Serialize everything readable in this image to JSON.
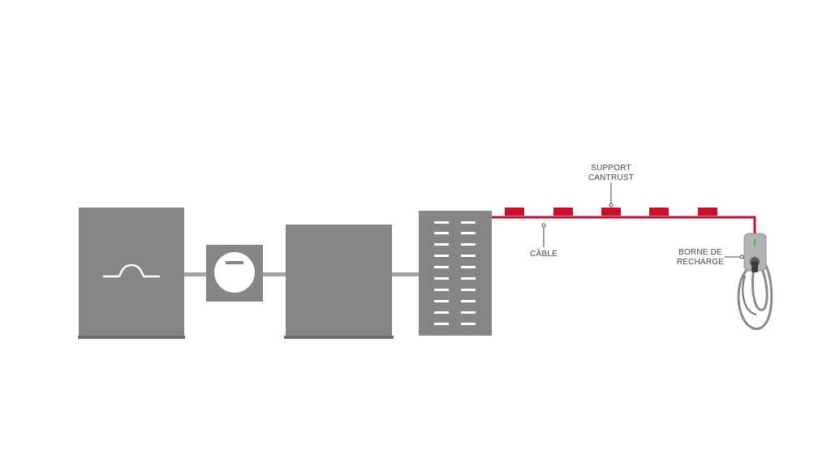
{
  "labels": {
    "support_line1": "SUPPORT",
    "support_line2": "CANTRUST",
    "cable": "CÂBLE",
    "borne_line1": "BORNE DE",
    "borne_line2": "RECHARGE"
  },
  "colors": {
    "box": "#858585",
    "box_base": "#6c6c6c",
    "connector": "#a3a3a3",
    "cable": "#c8102e",
    "text": "#444444",
    "slot": "#ffffff",
    "charger_led": "#2ecc40"
  },
  "icons": {
    "transformer": "arch-icon",
    "meter": "meter-dial-icon",
    "panel": "panel-slots-icon",
    "charger": "ev-charger-icon"
  }
}
